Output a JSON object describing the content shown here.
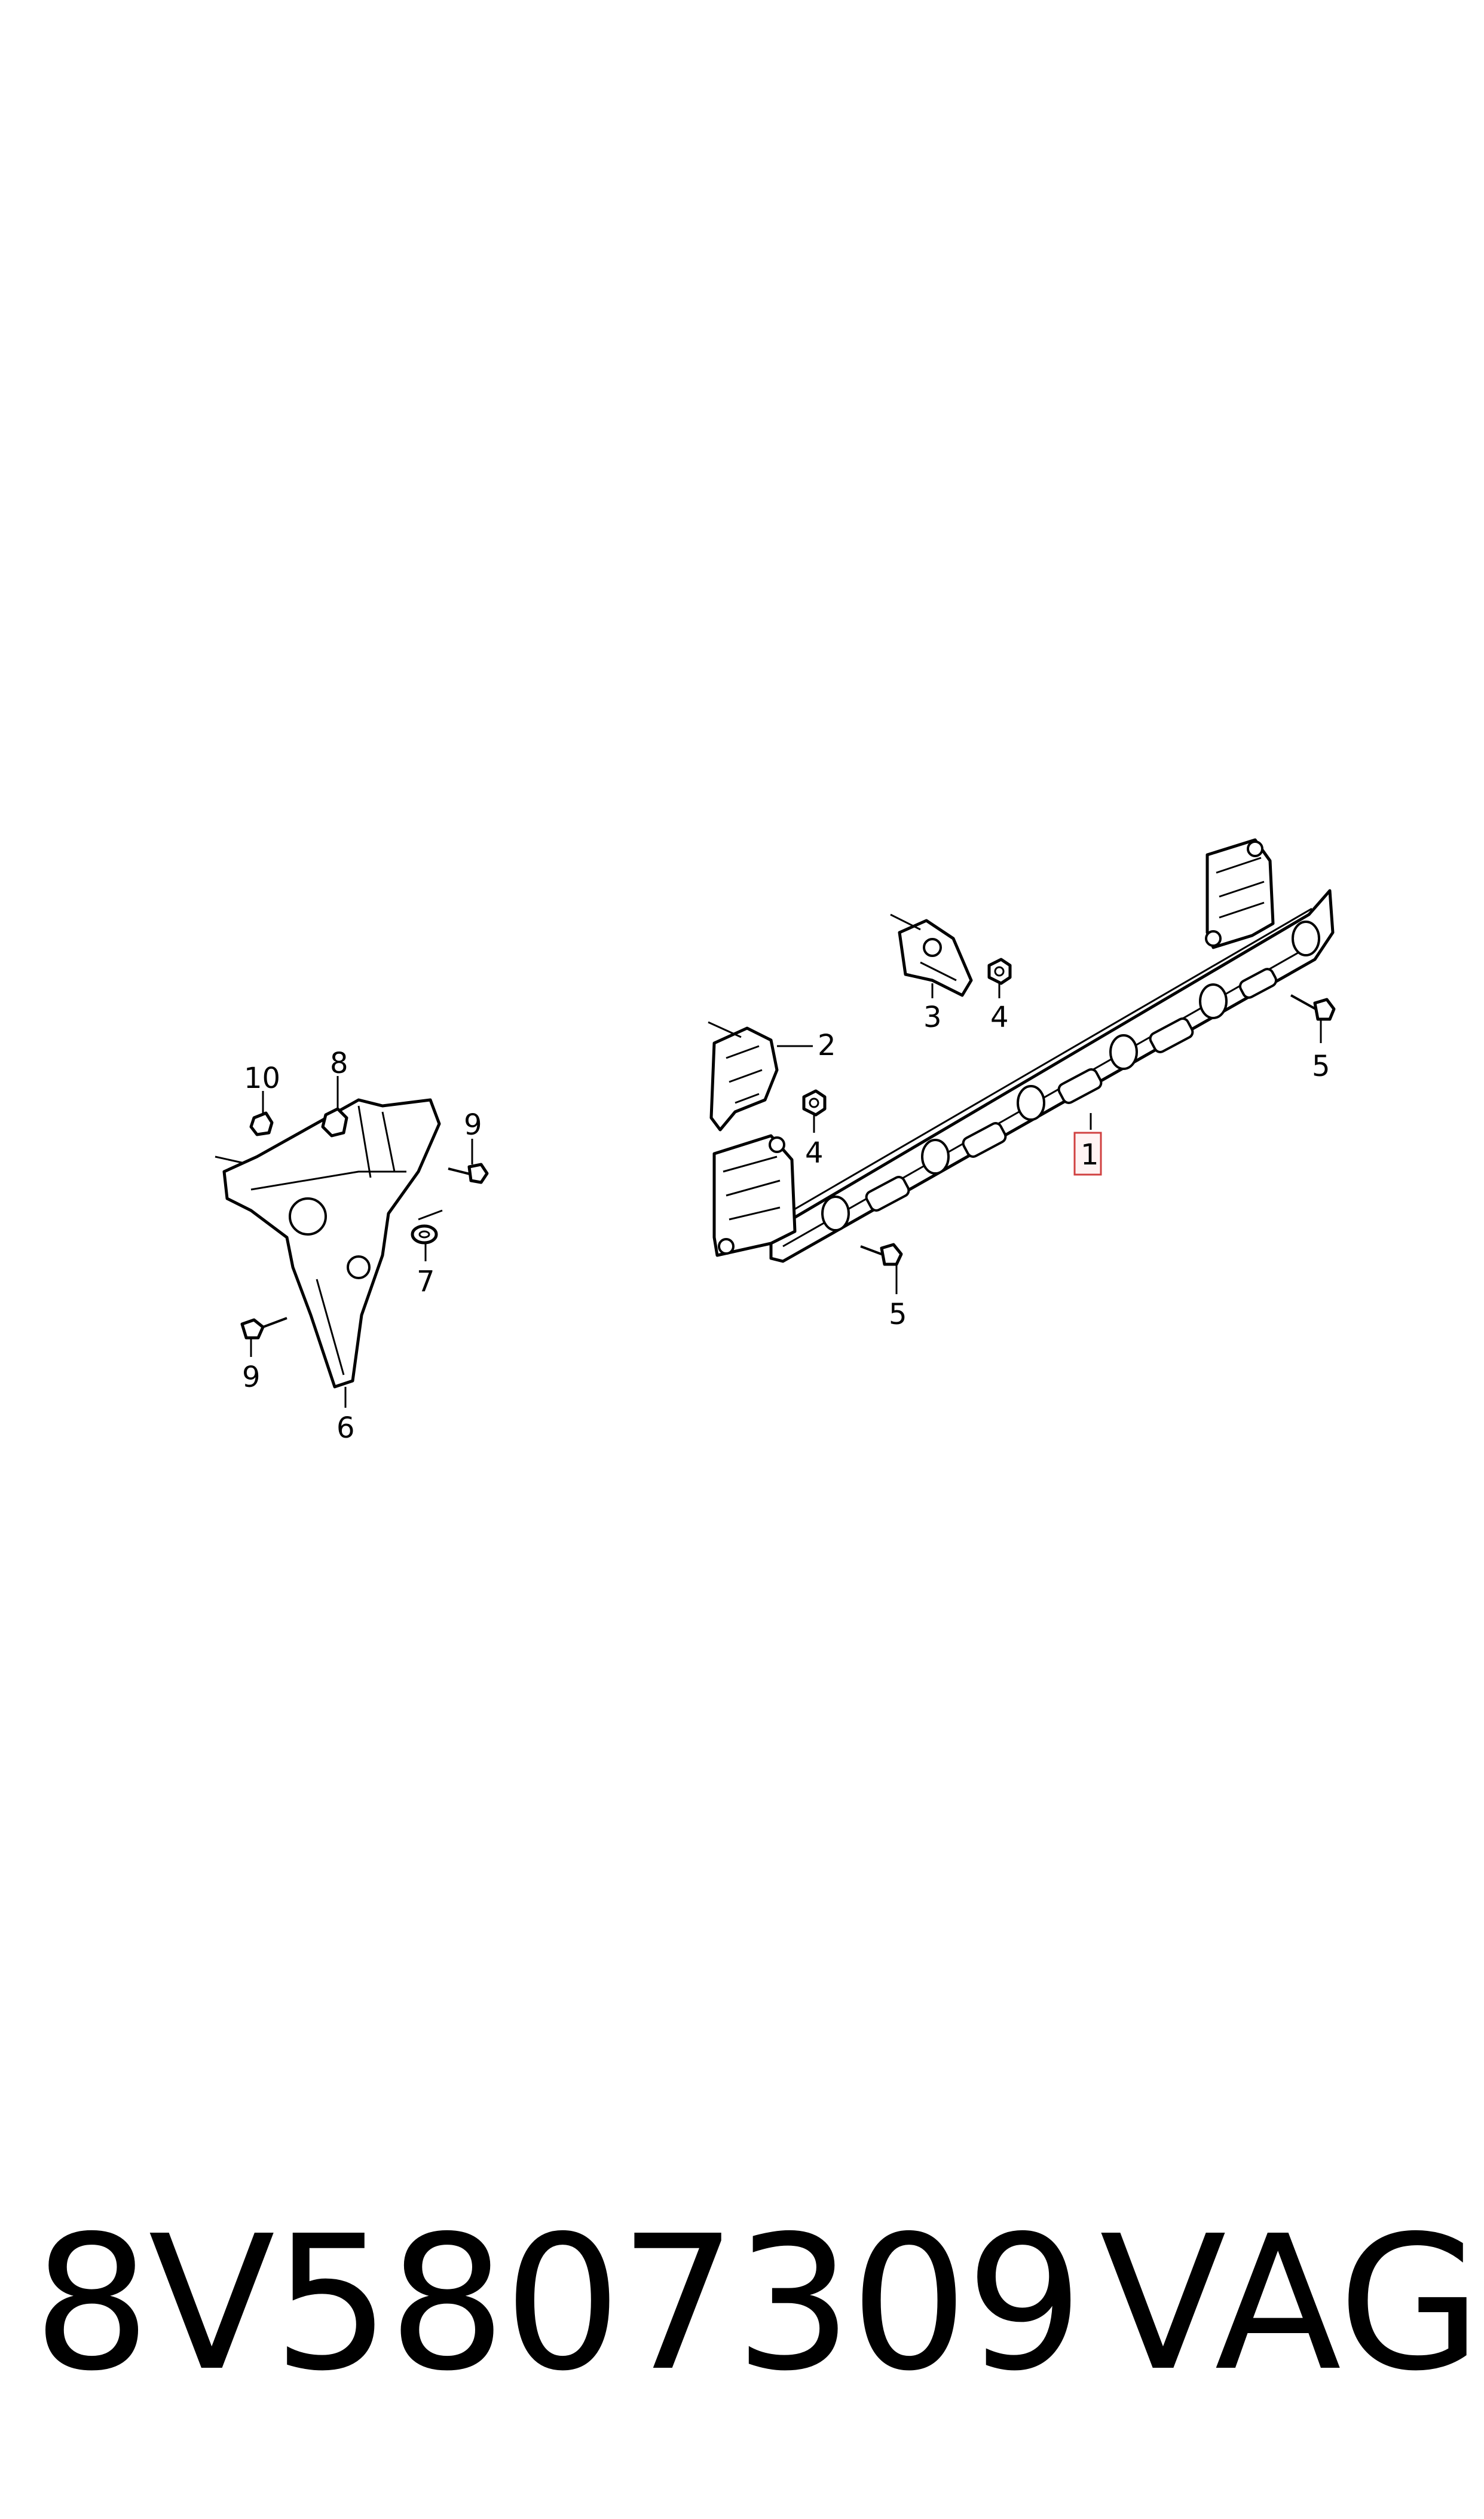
{
  "diagram": {
    "callouts": {
      "c1": "1",
      "c2": "2",
      "c3": "3",
      "c4a": "4",
      "c4b": "4",
      "c5a": "5",
      "c5b": "5",
      "c6": "6",
      "c7": "7",
      "c8": "8",
      "c9a": "9",
      "c9b": "9",
      "c10": "10"
    },
    "highlighted_callout": "1",
    "highlight_color": "#d04040"
  },
  "footer": {
    "part_number": "8V5807309",
    "brand": "VAG"
  }
}
